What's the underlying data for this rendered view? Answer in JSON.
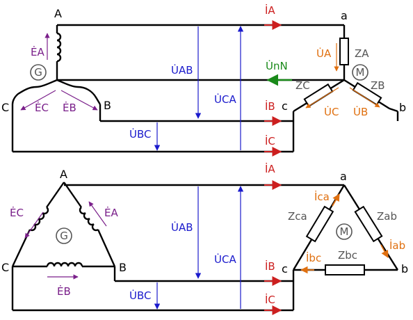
{
  "top": {
    "nodes": {
      "A": "A",
      "B": "B",
      "C": "C",
      "a": "a",
      "b": "b",
      "c": "c"
    },
    "generator": "G",
    "motor": "M",
    "currents": {
      "IA": "İA",
      "IB": "İB",
      "IC": "İC"
    },
    "emf": {
      "EA": "ĖA",
      "EB": "ĖB",
      "EC": "ĖC"
    },
    "voltages": {
      "UAB": "U̇AB",
      "UCA": "U̇CA",
      "UBC": "U̇BC",
      "UnN": "U̇nN"
    },
    "load_voltages": {
      "UA": "U̇A",
      "UB": "U̇B",
      "UC": "U̇C"
    },
    "impedances": {
      "ZA": "ZA",
      "ZB": "ZB",
      "ZC": "ZC"
    }
  },
  "bottom": {
    "nodes": {
      "A": "A",
      "B": "B",
      "C": "C",
      "a": "a",
      "b": "b",
      "c": "c"
    },
    "generator": "G",
    "motor": "M",
    "currents": {
      "IA": "İA",
      "IB": "İB",
      "IC": "İC"
    },
    "emf": {
      "EA": "ĖA",
      "EB": "ĖB",
      "EC": "ĖC"
    },
    "voltages": {
      "UAB": "U̇AB",
      "UCA": "U̇CA",
      "UBC": "U̇BC"
    },
    "phase_currents": {
      "Iab": "İab",
      "Ibc": "İbc",
      "Ica": "İca"
    },
    "impedances": {
      "Zab": "Zab",
      "Zbc": "Zbc",
      "Zca": "Zca"
    }
  },
  "colors": {
    "wire": "#000000",
    "current": "#cc1f1f",
    "line_voltage": "#1a1acc",
    "emf": "#7a1f8a",
    "load": "#e07010",
    "neutral": "#1a8a1a",
    "impedance_label": "#555555"
  }
}
